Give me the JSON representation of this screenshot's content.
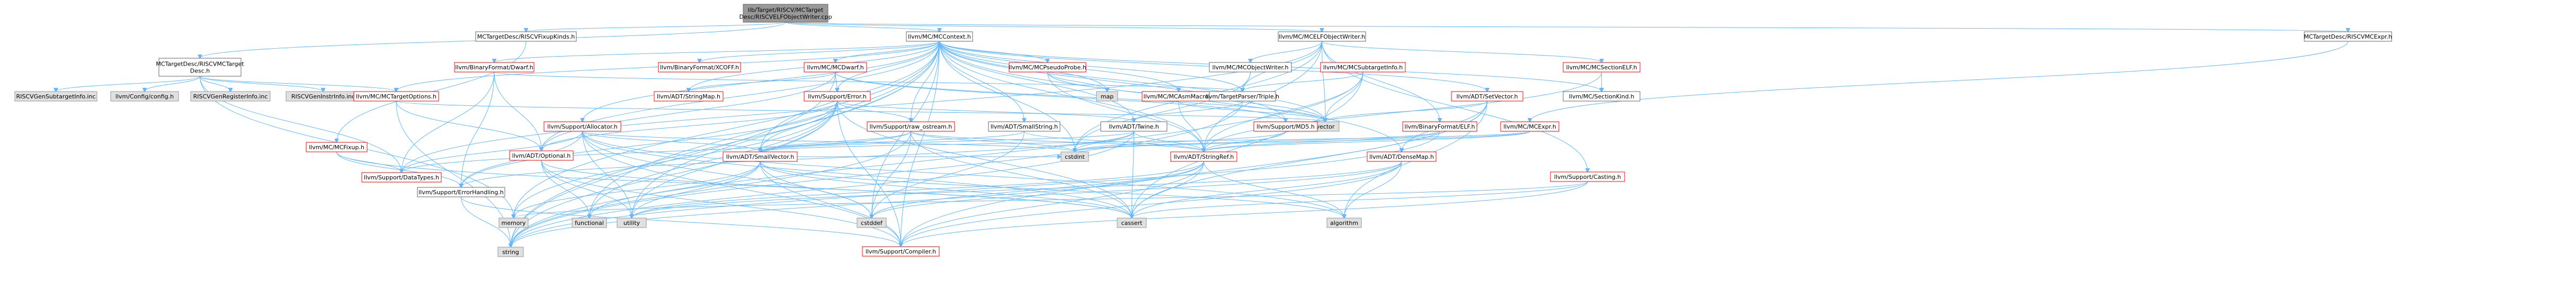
{
  "graph": {
    "colors": {
      "edge": "#63b8ff",
      "root_fill": "#999999",
      "root_border": "#666666",
      "default_fill": "#ffffff",
      "default_border": "#666666",
      "truncated_border": "#ff0000",
      "external_fill": "#e0e0e0",
      "external_border": "#999999"
    },
    "nodes": [
      {
        "id": "root",
        "lines": [
          "lib/Target/RISCV/MCTarget",
          "Desc/RISCVELFObjectWriter.cpp"
        ],
        "style": "root"
      },
      {
        "id": "riscvmctargetdesc",
        "lines": [
          "MCTargetDesc/RISCVMCTarget",
          "Desc.h"
        ],
        "style": "default"
      },
      {
        "id": "riscvfixupkinds",
        "lines": [
          "MCTargetDesc/RISCVFixupKinds.h"
        ],
        "style": "default"
      },
      {
        "id": "mccontext",
        "lines": [
          "llvm/MC/MCContext.h"
        ],
        "style": "default"
      },
      {
        "id": "mcelfobjectwriter",
        "lines": [
          "llvm/MC/MCELFObjectWriter.h"
        ],
        "style": "default"
      },
      {
        "id": "riscvmcexpr",
        "lines": [
          "MCTargetDesc/RISCVMCExpr.h"
        ],
        "style": "default"
      },
      {
        "id": "riscvgensubtargetinfo",
        "lines": [
          "RISCVGenSubtargetInfo.inc"
        ],
        "style": "external"
      },
      {
        "id": "config",
        "lines": [
          "llvm/Config/config.h"
        ],
        "style": "external"
      },
      {
        "id": "riscvgenregisterinfo",
        "lines": [
          "RISCVGenRegisterInfo.inc"
        ],
        "style": "external"
      },
      {
        "id": "riscvgeninstrinfo",
        "lines": [
          "RISCVGenInstrInfo.inc"
        ],
        "style": "external"
      },
      {
        "id": "mctargetoptions",
        "lines": [
          "llvm/MC/MCTargetOptions.h"
        ],
        "style": "truncated"
      },
      {
        "id": "mcfixup",
        "lines": [
          "llvm/MC/MCFixup.h"
        ],
        "style": "truncated"
      },
      {
        "id": "datatypes",
        "lines": [
          "llvm/Support/DataTypes.h"
        ],
        "style": "truncated"
      },
      {
        "id": "binaryformatdwarf",
        "lines": [
          "llvm/BinaryFormat/Dwarf.h"
        ],
        "style": "truncated"
      },
      {
        "id": "binaryformatxcoff",
        "lines": [
          "llvm/BinaryFormat/XCOFF.h"
        ],
        "style": "truncated"
      },
      {
        "id": "mcdwarf",
        "lines": [
          "llvm/MC/MCDwarf.h"
        ],
        "style": "truncated"
      },
      {
        "id": "mcpseudoprobe",
        "lines": [
          "llvm/MC/MCPseudoProbe.h"
        ],
        "style": "truncated"
      },
      {
        "id": "map",
        "lines": [
          "map"
        ],
        "style": "external"
      },
      {
        "id": "mcobjectwriter",
        "lines": [
          "llvm/MC/MCObjectWriter.h"
        ],
        "style": "default"
      },
      {
        "id": "mcsubtargetinfo",
        "lines": [
          "llvm/MC/MCSubtargetInfo.h"
        ],
        "style": "truncated"
      },
      {
        "id": "mcsectionelf",
        "lines": [
          "llvm/MC/MCSectionELF.h"
        ],
        "style": "truncated"
      },
      {
        "id": "sectionkind",
        "lines": [
          "llvm/MC/SectionKind.h"
        ],
        "style": "default"
      },
      {
        "id": "stringmap",
        "lines": [
          "llvm/ADT/StringMap.h"
        ],
        "style": "truncated"
      },
      {
        "id": "supporterror",
        "lines": [
          "llvm/Support/Error.h"
        ],
        "style": "truncated"
      },
      {
        "id": "mcasmmacro",
        "lines": [
          "llvm/MC/MCAsmMacro.h"
        ],
        "style": "truncated"
      },
      {
        "id": "triple",
        "lines": [
          "llvm/TargetParser/Triple.h"
        ],
        "style": "default"
      },
      {
        "id": "setvector",
        "lines": [
          "llvm/ADT/SetVector.h"
        ],
        "style": "truncated"
      },
      {
        "id": "allocator",
        "lines": [
          "llvm/Support/Allocator.h"
        ],
        "style": "truncated"
      },
      {
        "id": "rawostream",
        "lines": [
          "llvm/Support/raw_ostream.h"
        ],
        "style": "truncated"
      },
      {
        "id": "smallstring",
        "lines": [
          "llvm/ADT/SmallString.h"
        ],
        "style": "default"
      },
      {
        "id": "twine",
        "lines": [
          "llvm/ADT/Twine.h"
        ],
        "style": "default"
      },
      {
        "id": "vector",
        "lines": [
          "vector"
        ],
        "style": "external"
      },
      {
        "id": "md5",
        "lines": [
          "llvm/Support/MD5.h"
        ],
        "style": "truncated"
      },
      {
        "id": "binaryformatelf",
        "lines": [
          "llvm/BinaryFormat/ELF.h"
        ],
        "style": "truncated"
      },
      {
        "id": "mcexpr",
        "lines": [
          "llvm/MC/MCExpr.h"
        ],
        "style": "truncated"
      },
      {
        "id": "casting",
        "lines": [
          "llvm/Support/Casting.h"
        ],
        "style": "truncated"
      },
      {
        "id": "optional",
        "lines": [
          "llvm/ADT/Optional.h"
        ],
        "style": "truncated"
      },
      {
        "id": "smallvector",
        "lines": [
          "llvm/ADT/SmallVector.h"
        ],
        "style": "truncated"
      },
      {
        "id": "cstdint",
        "lines": [
          "cstdint"
        ],
        "style": "external"
      },
      {
        "id": "stringref",
        "lines": [
          "llvm/ADT/StringRef.h"
        ],
        "style": "truncated"
      },
      {
        "id": "densemap",
        "lines": [
          "llvm/ADT/DenseMap.h"
        ],
        "style": "truncated"
      },
      {
        "id": "errorhandling",
        "lines": [
          "llvm/Support/ErrorHandling.h"
        ],
        "style": "default"
      },
      {
        "id": "memory",
        "lines": [
          "memory"
        ],
        "style": "external"
      },
      {
        "id": "functional",
        "lines": [
          "functional"
        ],
        "style": "external"
      },
      {
        "id": "utility",
        "lines": [
          "utility"
        ],
        "style": "external"
      },
      {
        "id": "cstddef",
        "lines": [
          "cstddef"
        ],
        "style": "external"
      },
      {
        "id": "cassert",
        "lines": [
          "cassert"
        ],
        "style": "external"
      },
      {
        "id": "algorithm",
        "lines": [
          "algorithm"
        ],
        "style": "external"
      },
      {
        "id": "string",
        "lines": [
          "string"
        ],
        "style": "external"
      },
      {
        "id": "compiler",
        "lines": [
          "llvm/Support/Compiler.h"
        ],
        "style": "truncated"
      }
    ],
    "edges": [
      [
        "root",
        "riscvmctargetdesc"
      ],
      [
        "root",
        "riscvfixupkinds"
      ],
      [
        "root",
        "mccontext"
      ],
      [
        "root",
        "mcelfobjectwriter"
      ],
      [
        "root",
        "riscvmcexpr"
      ],
      [
        "riscvmctargetdesc",
        "riscvgensubtargetinfo"
      ],
      [
        "riscvmctargetdesc",
        "config"
      ],
      [
        "riscvmctargetdesc",
        "riscvgenregisterinfo"
      ],
      [
        "riscvmctargetdesc",
        "riscvgeninstrinfo"
      ],
      [
        "riscvmctargetdesc",
        "mctargetoptions"
      ],
      [
        "riscvmctargetdesc",
        "datatypes"
      ],
      [
        "riscvmctargetdesc",
        "memory"
      ],
      [
        "riscvfixupkinds",
        "mcfixup"
      ],
      [
        "mccontext",
        "mctargetoptions"
      ],
      [
        "mccontext",
        "binaryformatdwarf"
      ],
      [
        "mccontext",
        "binaryformatxcoff"
      ],
      [
        "mccontext",
        "mcdwarf"
      ],
      [
        "mccontext",
        "mcpseudoprobe"
      ],
      [
        "mccontext",
        "map"
      ],
      [
        "mccontext",
        "sectionkind"
      ],
      [
        "mccontext",
        "stringmap"
      ],
      [
        "mccontext",
        "supporterror"
      ],
      [
        "mccontext",
        "mcasmmacro"
      ],
      [
        "mccontext",
        "setvector"
      ],
      [
        "mccontext",
        "allocator"
      ],
      [
        "mccontext",
        "rawostream"
      ],
      [
        "mccontext",
        "smallstring"
      ],
      [
        "mccontext",
        "twine"
      ],
      [
        "mccontext",
        "vector"
      ],
      [
        "mccontext",
        "md5"
      ],
      [
        "mccontext",
        "optional"
      ],
      [
        "mccontext",
        "smallvector"
      ],
      [
        "mccontext",
        "stringref"
      ],
      [
        "mccontext",
        "densemap"
      ],
      [
        "mccontext",
        "cstdint"
      ],
      [
        "mccontext",
        "cstddef"
      ],
      [
        "mccontext",
        "memory"
      ],
      [
        "mccontext",
        "functional"
      ],
      [
        "mccontext",
        "utility"
      ],
      [
        "mccontext",
        "string"
      ],
      [
        "mccontext",
        "compiler"
      ],
      [
        "mccontext",
        "triple"
      ],
      [
        "mcelfobjectwriter",
        "mcobjectwriter"
      ],
      [
        "mcelfobjectwriter",
        "mcsectionelf"
      ],
      [
        "mcelfobjectwriter",
        "binaryformatelf"
      ],
      [
        "mcelfobjectwriter",
        "triple"
      ],
      [
        "mcelfobjectwriter",
        "casting"
      ],
      [
        "mcelfobjectwriter",
        "stringref"
      ],
      [
        "mcelfobjectwriter",
        "datatypes"
      ],
      [
        "mcelfobjectwriter",
        "vector"
      ],
      [
        "mcelfobjectwriter",
        "cstdint"
      ],
      [
        "riscvmcexpr",
        "mcexpr"
      ],
      [
        "mctargetoptions",
        "optional"
      ],
      [
        "mctargetoptions",
        "string"
      ],
      [
        "mctargetoptions",
        "vector"
      ],
      [
        "mcfixup",
        "datatypes"
      ],
      [
        "mcfixup",
        "errorhandling"
      ],
      [
        "mcfixup",
        "cassert"
      ],
      [
        "binaryformatdwarf",
        "datatypes"
      ],
      [
        "binaryformatdwarf",
        "errorhandling"
      ],
      [
        "binaryformatdwarf",
        "triple"
      ],
      [
        "binaryformatdwarf",
        "optional"
      ],
      [
        "mcdwarf",
        "stringmap"
      ],
      [
        "mcdwarf",
        "supporterror"
      ],
      [
        "mcdwarf",
        "md5"
      ],
      [
        "mcdwarf",
        "optional"
      ],
      [
        "mcdwarf",
        "string"
      ],
      [
        "mcdwarf",
        "vector"
      ],
      [
        "mcpseudoprobe",
        "map"
      ],
      [
        "mcpseudoprobe",
        "vector"
      ],
      [
        "mcpseudoprobe",
        "stringref"
      ],
      [
        "mcobjectwriter",
        "triple"
      ],
      [
        "mcobjectwriter",
        "cstdint"
      ],
      [
        "mcsubtargetinfo",
        "triple"
      ],
      [
        "mcsubtargetinfo",
        "stringref"
      ],
      [
        "mcsubtargetinfo",
        "string"
      ],
      [
        "mcsubtargetinfo",
        "vector"
      ],
      [
        "mcsubtargetinfo",
        "cassert"
      ],
      [
        "mcsectionelf",
        "sectionkind"
      ],
      [
        "mcsectionelf",
        "stringref"
      ],
      [
        "supporterror",
        "errorhandling"
      ],
      [
        "supporterror",
        "optional"
      ],
      [
        "supporterror",
        "smallvector"
      ],
      [
        "supporterror",
        "twine"
      ],
      [
        "supporterror",
        "rawostream"
      ],
      [
        "supporterror",
        "functional"
      ],
      [
        "supporterror",
        "memory"
      ],
      [
        "supporterror",
        "utility"
      ],
      [
        "supporterror",
        "string"
      ],
      [
        "supporterror",
        "cassert"
      ],
      [
        "supporterror",
        "compiler"
      ],
      [
        "mcasmmacro",
        "stringref"
      ],
      [
        "mcasmmacro",
        "vector"
      ],
      [
        "triple",
        "twine"
      ],
      [
        "triple",
        "string"
      ],
      [
        "setvector",
        "densemap"
      ],
      [
        "setvector",
        "compiler"
      ],
      [
        "setvector",
        "algorithm"
      ],
      [
        "setvector",
        "cassert"
      ],
      [
        "setvector",
        "vector"
      ],
      [
        "allocator",
        "datatypes"
      ],
      [
        "allocator",
        "errorhandling"
      ],
      [
        "allocator",
        "smallvector"
      ],
      [
        "allocator",
        "compiler"
      ],
      [
        "allocator",
        "algorithm"
      ],
      [
        "allocator",
        "cassert"
      ],
      [
        "allocator",
        "cstddef"
      ],
      [
        "allocator",
        "cstdint"
      ],
      [
        "allocator",
        "utility"
      ],
      [
        "allocator",
        "iterator"
      ],
      [
        "rawostream",
        "stringref"
      ],
      [
        "rawostream",
        "smallvector"
      ],
      [
        "rawostream",
        "datatypes"
      ],
      [
        "rawostream",
        "cstdint"
      ],
      [
        "rawostream",
        "string"
      ],
      [
        "rawostream",
        "cassert"
      ],
      [
        "rawostream",
        "cstddef"
      ],
      [
        "smallstring",
        "smallvector"
      ],
      [
        "smallstring",
        "stringref"
      ],
      [
        "smallstring",
        "cstddef"
      ],
      [
        "twine",
        "smallvector"
      ],
      [
        "twine",
        "stringref"
      ],
      [
        "twine",
        "errorhandling"
      ],
      [
        "twine",
        "cassert"
      ],
      [
        "twine",
        "cstdint"
      ],
      [
        "twine",
        "string"
      ],
      [
        "md5",
        "stringref"
      ],
      [
        "md5",
        "cstdint"
      ],
      [
        "binaryformatelf",
        "stringref"
      ],
      [
        "binaryformatelf",
        "cstdint"
      ],
      [
        "binaryformatelf",
        "string"
      ],
      [
        "mcexpr",
        "smallvector"
      ],
      [
        "mcexpr",
        "stringref"
      ],
      [
        "mcexpr",
        "cstdint"
      ],
      [
        "casting",
        "compiler"
      ],
      [
        "casting",
        "memory"
      ],
      [
        "casting",
        "cassert"
      ],
      [
        "optional",
        "compiler"
      ],
      [
        "optional",
        "functional"
      ],
      [
        "optional",
        "utility"
      ],
      [
        "optional",
        "cassert"
      ],
      [
        "smallvector",
        "compiler"
      ],
      [
        "smallvector",
        "algorithm"
      ],
      [
        "smallvector",
        "cassert"
      ],
      [
        "smallvector",
        "cstddef"
      ],
      [
        "smallvector",
        "cstdint"
      ],
      [
        "smallvector",
        "functional"
      ],
      [
        "smallvector",
        "memory"
      ],
      [
        "smallvector",
        "utility"
      ],
      [
        "stringref",
        "compiler"
      ],
      [
        "stringref",
        "algorithm"
      ],
      [
        "stringref",
        "cassert"
      ],
      [
        "stringref",
        "cstddef"
      ],
      [
        "stringref",
        "string"
      ],
      [
        "stringref",
        "utility"
      ],
      [
        "densemap",
        "compiler"
      ],
      [
        "densemap",
        "algorithm"
      ],
      [
        "densemap",
        "cassert"
      ],
      [
        "densemap",
        "cstddef"
      ],
      [
        "densemap",
        "utility"
      ],
      [
        "errorhandling",
        "compiler"
      ],
      [
        "errorhandling",
        "string"
      ]
    ]
  }
}
